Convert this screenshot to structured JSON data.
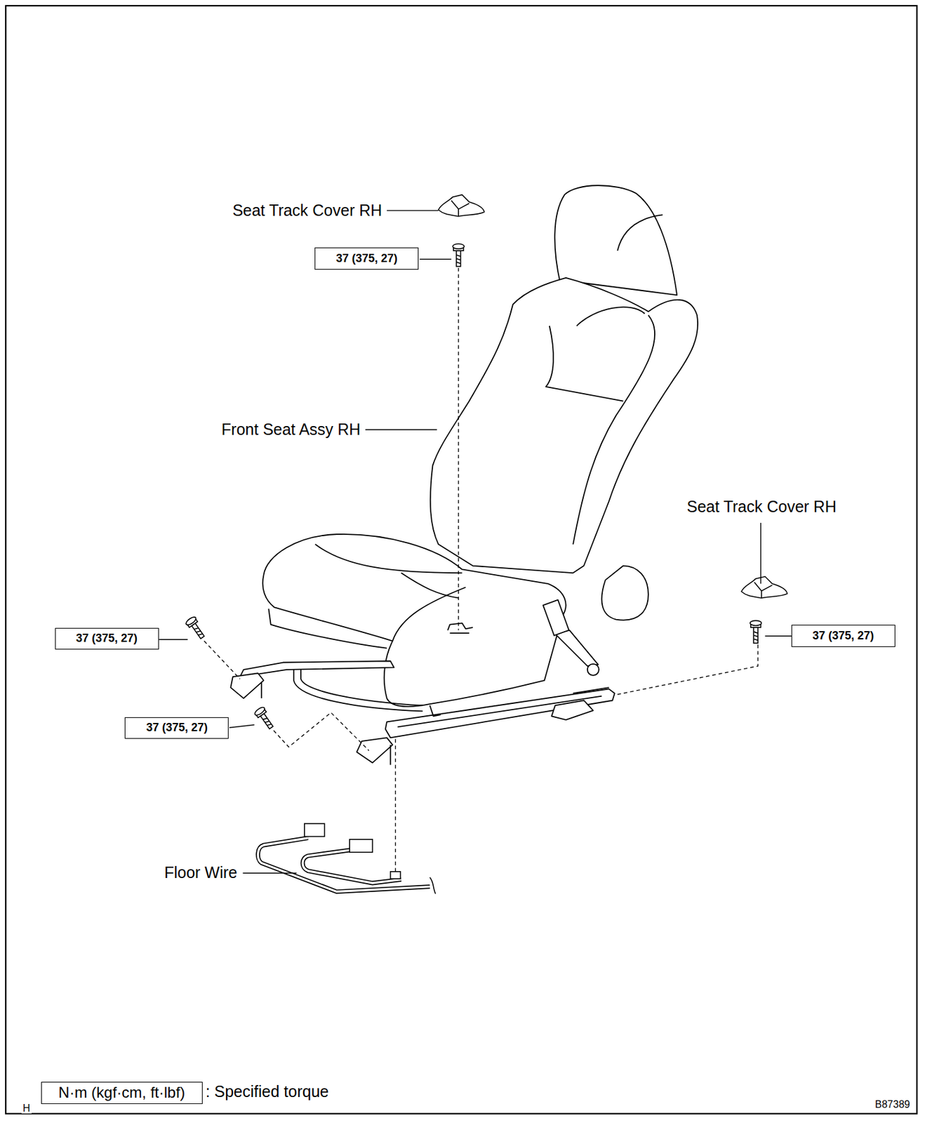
{
  "diagram": {
    "nodes": [
      {
        "text": [
          "37 (375, 27)"
        ]
      },
      {
        "text": [
          "37 (375, 27)"
        ]
      },
      {
        "text": [
          "37 (375, 27)"
        ]
      },
      {
        "text": [
          "37 (375, 27)"
        ]
      },
      {
        "text": [
          "N·m (kgf·cm, ft·lbf)"
        ]
      }
    ],
    "labels": [
      "Seat Track Cover RH",
      "Front Seat Assy RH",
      "Seat Track Cover RH",
      "Floor Wire",
      "H",
      ": Specified torque",
      "B87389"
    ]
  }
}
